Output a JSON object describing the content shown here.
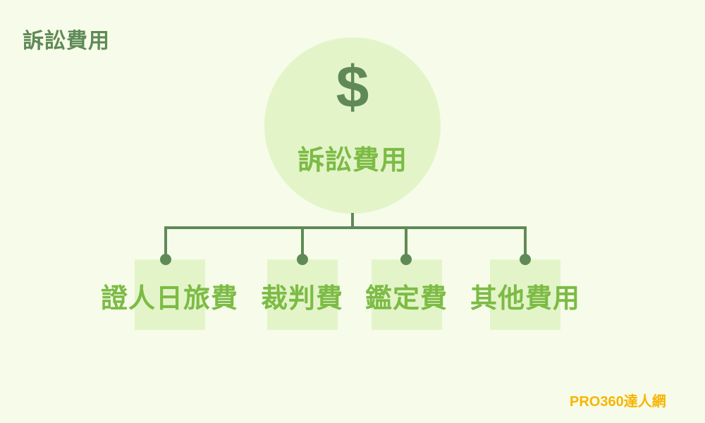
{
  "title": "訴訟費用",
  "center": {
    "icon": "dollar-sign-icon",
    "icon_glyph": "$",
    "label": "訴訟費用"
  },
  "branches": [
    {
      "label": "證人日旅費"
    },
    {
      "label": "裁判費"
    },
    {
      "label": "鑑定費"
    },
    {
      "label": "其他費用"
    }
  ],
  "brand": "PRO360達人網",
  "colors": {
    "background": "#f6fce9",
    "dark_green": "#5f8a57",
    "light_green": "#7cbb45",
    "pale_green": "#e4f4c9",
    "brand_yellow": "#f7b500"
  }
}
